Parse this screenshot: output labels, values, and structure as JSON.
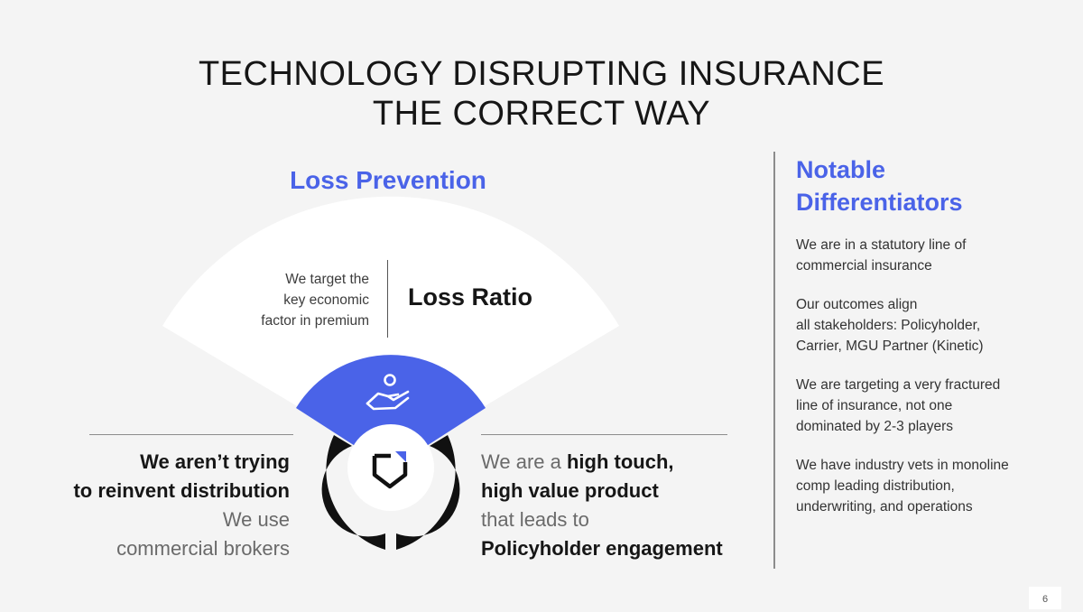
{
  "slide": {
    "title_line1": "TECHNOLOGY DISRUPTING INSURANCE",
    "title_line2": "THE CORRECT WAY",
    "page_number": "6"
  },
  "fan": {
    "heading": "Loss Prevention",
    "left_text_line1": "We target the",
    "left_text_line2": "key economic",
    "left_text_line3": "factor in premium",
    "right_text": "Loss Ratio"
  },
  "left_block": {
    "line1": "We aren’t trying",
    "line2": "to reinvent distribution",
    "line3": "We use",
    "line4": "commercial brokers"
  },
  "right_block": {
    "line1_muted": "We are a ",
    "line1_bold": "high touch,",
    "line2": "high value product",
    "line3": "that leads to",
    "line4": "Policyholder engagement"
  },
  "differentiators": {
    "title_line1": "Notable",
    "title_line2": "Differentiators",
    "items": [
      {
        "line1": "We are in a statutory line of",
        "line2": "commercial insurance",
        "line3": ""
      },
      {
        "line1": "Our outcomes align",
        "line2": "all stakeholders: Policyholder,",
        "line3": "Carrier, MGU Partner (Kinetic)"
      },
      {
        "line1": "We are targeting a very fractured",
        "line2": "line of insurance, not one",
        "line3": "dominated by 2-3 players"
      },
      {
        "line1": "We have industry vets in monoline",
        "line2": "comp leading distribution,",
        "line3": "underwriting, and operations"
      }
    ]
  },
  "icons": {
    "hand_person": "hand-with-person-icon",
    "shield_logo": "shield-logo-icon"
  },
  "colors": {
    "accent_blue": "#4a63e8",
    "dark": "#161616",
    "background": "#f4f4f4"
  }
}
